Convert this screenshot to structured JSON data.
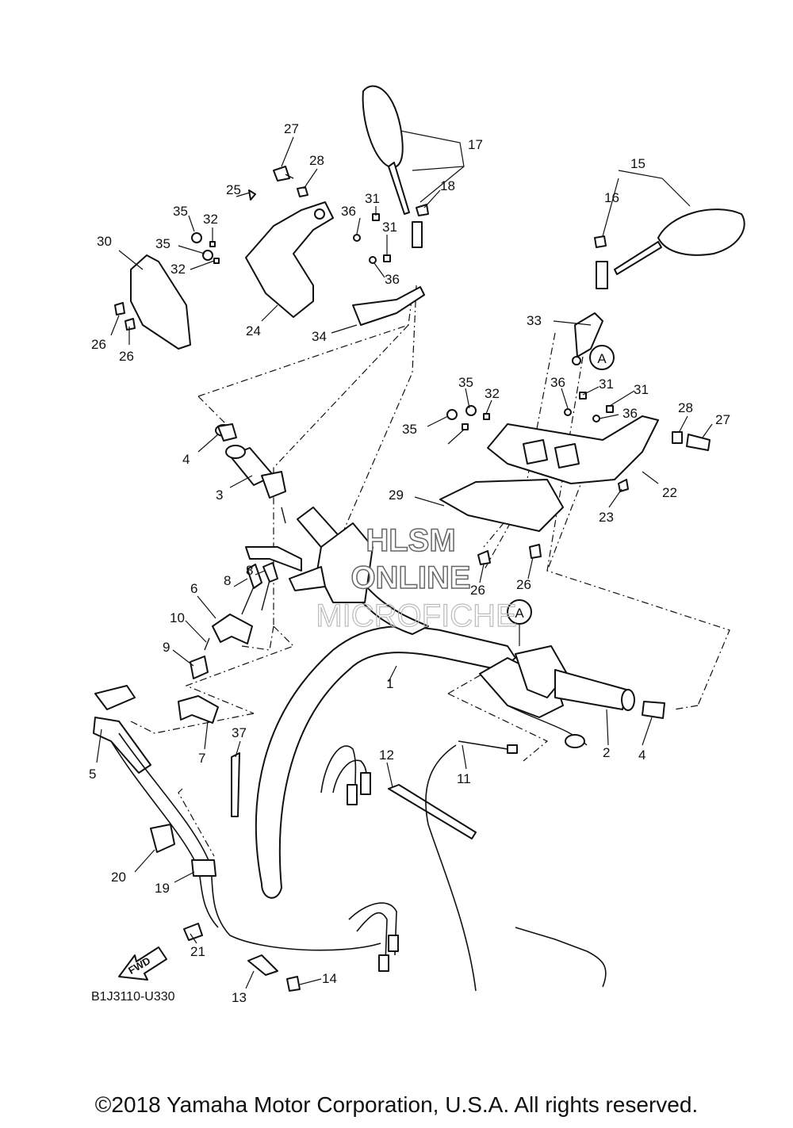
{
  "diagram_code": "B1J3110-U330",
  "fwd_arrow_label": "FWD",
  "reference_marker": "A",
  "watermark": {
    "line1": "HLSM",
    "line2": "ONLINE",
    "line3": "MICROFICHE"
  },
  "copyright": "©2018 Yamaha Motor Corporation, U.S.A. All rights reserved.",
  "callouts": [
    "1",
    "2",
    "3",
    "4",
    "4",
    "5",
    "6",
    "7",
    "8",
    "8",
    "9",
    "10",
    "11",
    "12",
    "13",
    "14",
    "15",
    "16",
    "17",
    "18",
    "19",
    "20",
    "21",
    "22",
    "23",
    "24",
    "25",
    "26",
    "26",
    "26",
    "26",
    "27",
    "27",
    "28",
    "28",
    "29",
    "30",
    "31",
    "31",
    "31",
    "31",
    "32",
    "32",
    "32",
    "33",
    "34",
    "35",
    "35",
    "35",
    "35",
    "36",
    "36",
    "36",
    "36",
    "37"
  ]
}
